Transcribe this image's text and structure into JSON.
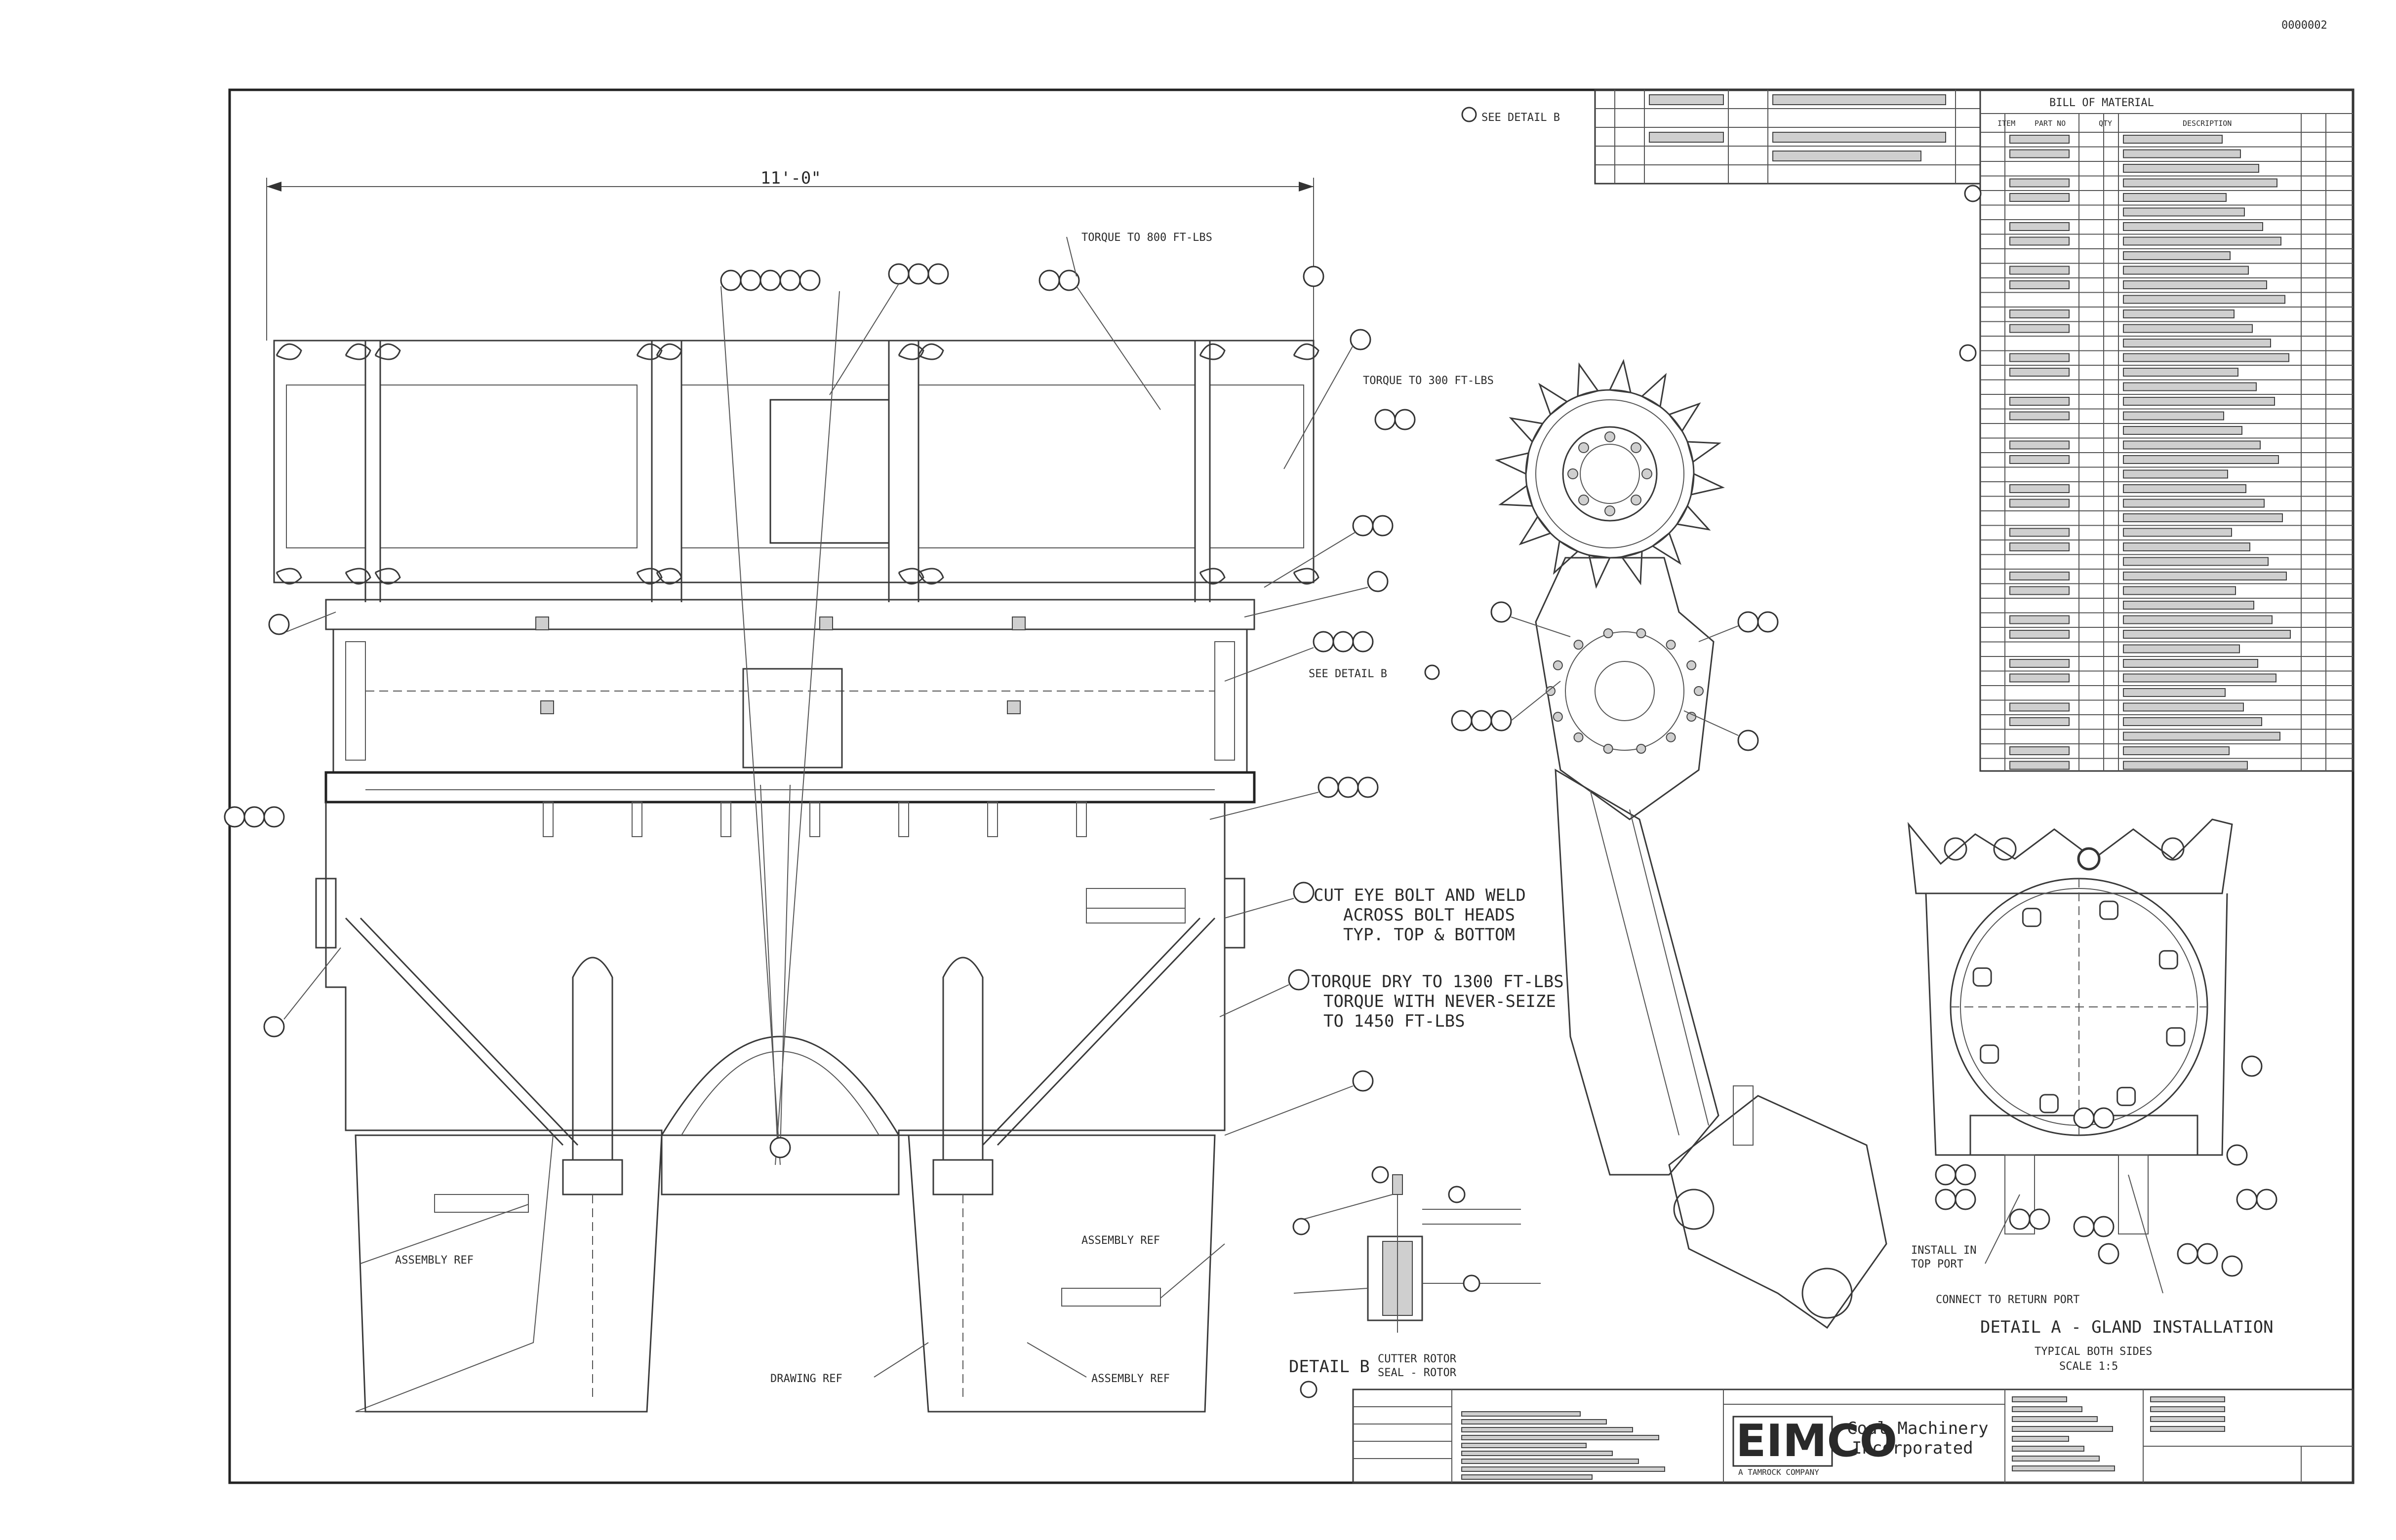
{
  "sheet": {
    "doc_id": "0000002",
    "see_detail_label": "SEE DETAIL B"
  },
  "notes": {
    "overall_dim": "11'-0\"",
    "torque_top": "TORQUE TO 800 FT-LBS",
    "torque_mid": "TORQUE TO 300 FT-LBS",
    "see_detail_b": "SEE DETAIL B",
    "tack_weld": [
      "CUT EYE BOLT AND WELD",
      "ACROSS BOLT HEADS",
      "TYP. TOP & BOTTOM"
    ],
    "torque_dry": [
      "TORQUE DRY TO 1300 FT-LBS",
      "TORQUE WITH NEVER-SEIZE",
      "TO 1450 FT-LBS"
    ],
    "detail_b_label": "DETAIL B",
    "detail_b_sub": [
      "CUTTER ROTOR",
      "SEAL - ROTOR"
    ],
    "detail_a_label": "DETAIL A - GLAND INSTALLATION",
    "detail_a_sub": [
      "TYPICAL BOTH SIDES",
      "SCALE 1:5"
    ],
    "install_top": [
      "INSTALL IN",
      "TOP PORT"
    ],
    "install_bottom": "CONNECT TO RETURN PORT",
    "ref_left": "ASSEMBLY REF",
    "ref_right": "ASSEMBLY REF",
    "ref_bottom_left": "DRAWING REF",
    "ref_bottom_right": "ASSEMBLY REF"
  },
  "bom": {
    "title": "BILL OF MATERIAL",
    "headers": [
      "ITEM",
      "PART NO",
      "QTY",
      "DESCRIPTION"
    ]
  },
  "title_block": {
    "company": "EIMCO",
    "company_sub": "A TAMROCK COMPANY",
    "product": [
      "Coal Machinery",
      "Incorporated"
    ]
  },
  "icons": {
    "logo": "eimco-logo-icon",
    "bubble": "balloon-callout-icon"
  }
}
